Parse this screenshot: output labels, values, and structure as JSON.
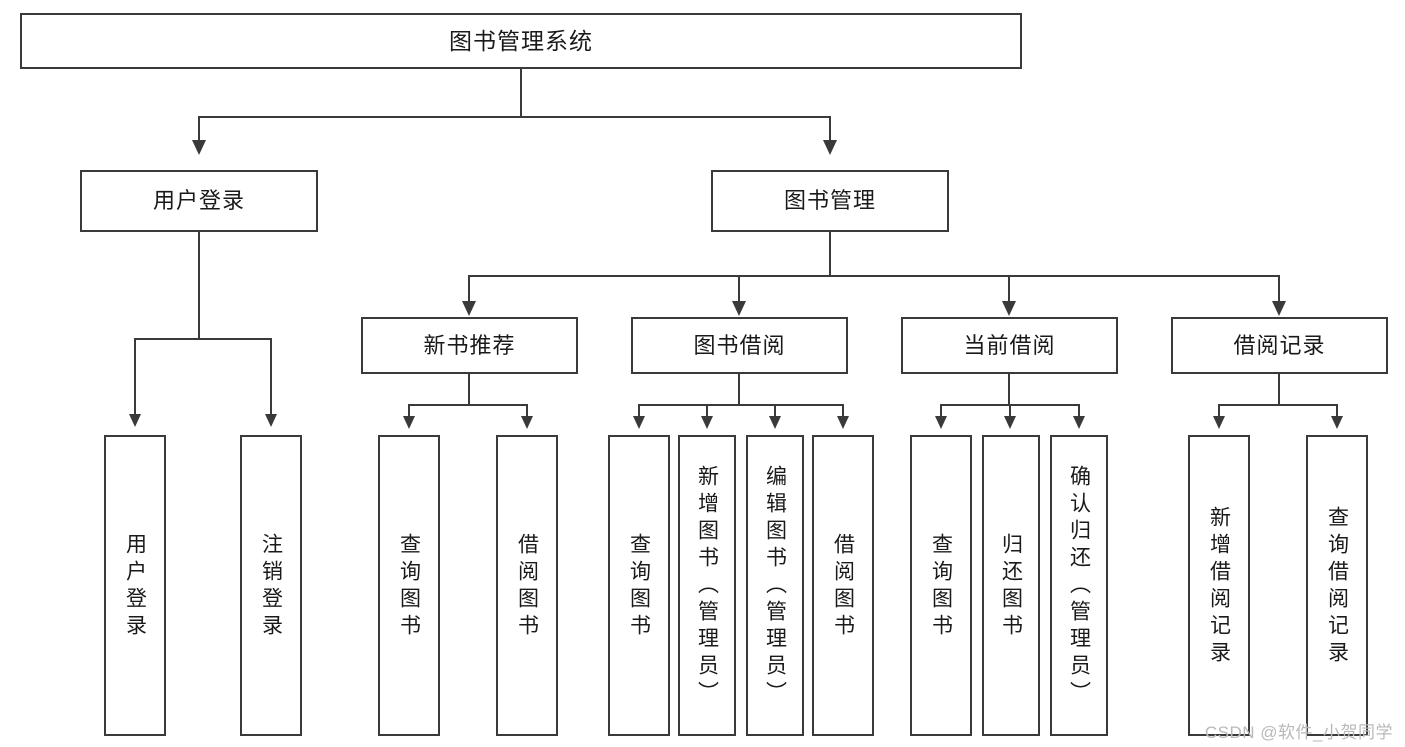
{
  "diagram": {
    "type": "tree-hierarchy",
    "title": "图书管理系统",
    "root": {
      "label": "图书管理系统"
    },
    "level2": [
      {
        "label": "用户登录"
      },
      {
        "label": "图书管理"
      }
    ],
    "level3": [
      {
        "label": "新书推荐"
      },
      {
        "label": "图书借阅"
      },
      {
        "label": "当前借阅"
      },
      {
        "label": "借阅记录"
      }
    ],
    "leaves": {
      "user_login": [
        {
          "label": "用户登录"
        },
        {
          "label": "注销登录"
        }
      ],
      "new_book_recommend": [
        {
          "label": "查询图书"
        },
        {
          "label": "借阅图书"
        }
      ],
      "book_borrow": [
        {
          "label": "查询图书"
        },
        {
          "label": "新增图书（管理员）"
        },
        {
          "label": "编辑图书（管理员）"
        },
        {
          "label": "借阅图书"
        }
      ],
      "current_borrow": [
        {
          "label": "查询图书"
        },
        {
          "label": "归还图书"
        },
        {
          "label": "确认归还（管理员）"
        }
      ],
      "borrow_record": [
        {
          "label": "新增借阅记录"
        },
        {
          "label": "查询借阅记录"
        }
      ]
    }
  },
  "watermark": {
    "text": "CSDN @软件_小贺同学"
  },
  "colors": {
    "box_border": "#3a3a3a",
    "box_fill": "#ffffff",
    "text": "#1a1a1a",
    "connector": "#3a3a3a",
    "watermark": "#b9b9b9",
    "background": "#ffffff"
  }
}
